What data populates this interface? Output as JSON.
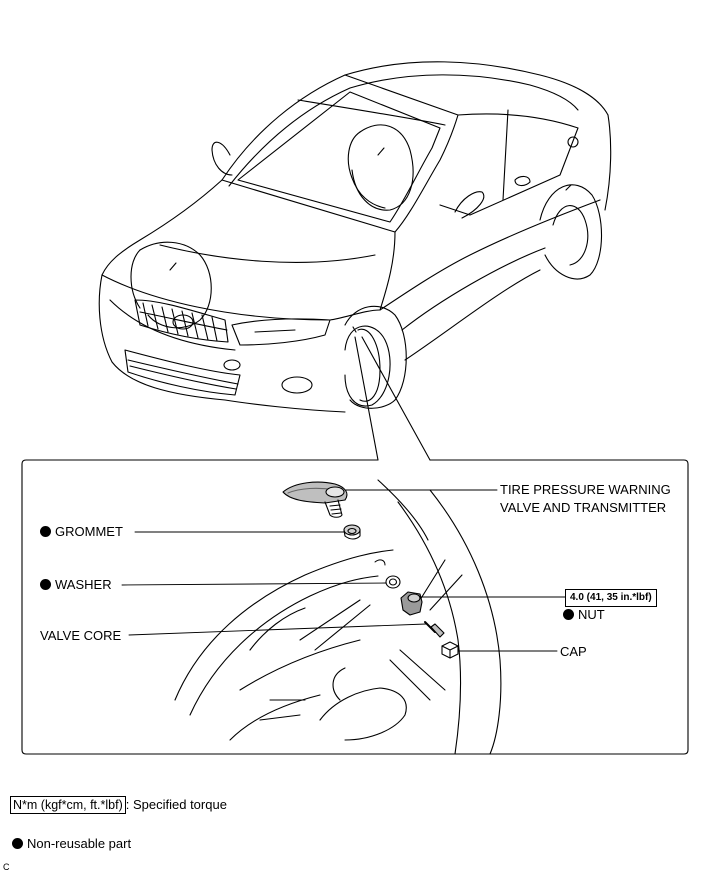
{
  "callouts": {
    "transmitter_line1": "TIRE PRESSURE WARNING",
    "transmitter_line2": "VALVE AND TRANSMITTER",
    "grommet": "GROMMET",
    "washer": "WASHER",
    "valve_core": "VALVE CORE",
    "nut": "NUT",
    "cap": "CAP",
    "torque": "4.0 (41, 35 in.*lbf)"
  },
  "legend": {
    "torque_units": "N*m (kgf*cm, ft.*lbf)",
    "torque_desc": ": Specified torque",
    "non_reusable": "Non-reusable part"
  },
  "corner_code": "C"
}
